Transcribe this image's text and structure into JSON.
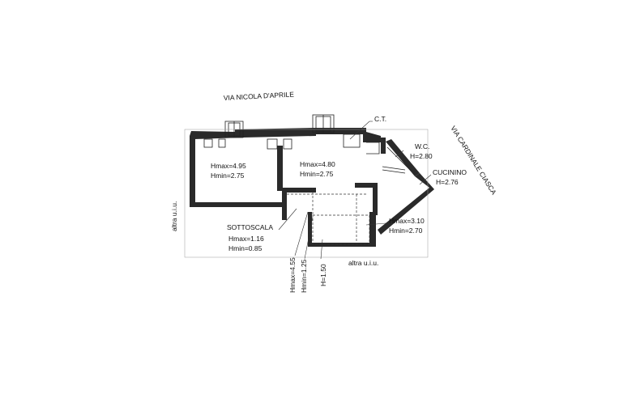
{
  "streets": {
    "north": "VIA NICOLA D'APRILE",
    "east": "VIA CARDINALE CIASCA"
  },
  "neighbors": {
    "west": "altra u.i.u.",
    "south": "altra u.i.u."
  },
  "rooms": {
    "room_left": {
      "hmax": "Hmax=4.95",
      "hmin": "Hmin=2.75"
    },
    "room_center": {
      "hmax": "Hmax=4.80",
      "hmin": "Hmin=2.75"
    },
    "ct": {
      "label": "C.T."
    },
    "wc": {
      "label": "W.C.",
      "height": "H=2.80"
    },
    "cucinino": {
      "label": "CUCININO",
      "height": "H=2.76"
    },
    "room_lower_right": {
      "hmax": "Hmax=3.10",
      "hmin": "Hmin=2.70"
    },
    "sottoscala": {
      "label": "SOTTOSCALA",
      "hmax": "Hmax=1.16",
      "hmin": "Hmin=0.85"
    }
  },
  "stair_heights": [
    "Hmax=4.55",
    "Hmin=1.25",
    "H=1.50"
  ]
}
